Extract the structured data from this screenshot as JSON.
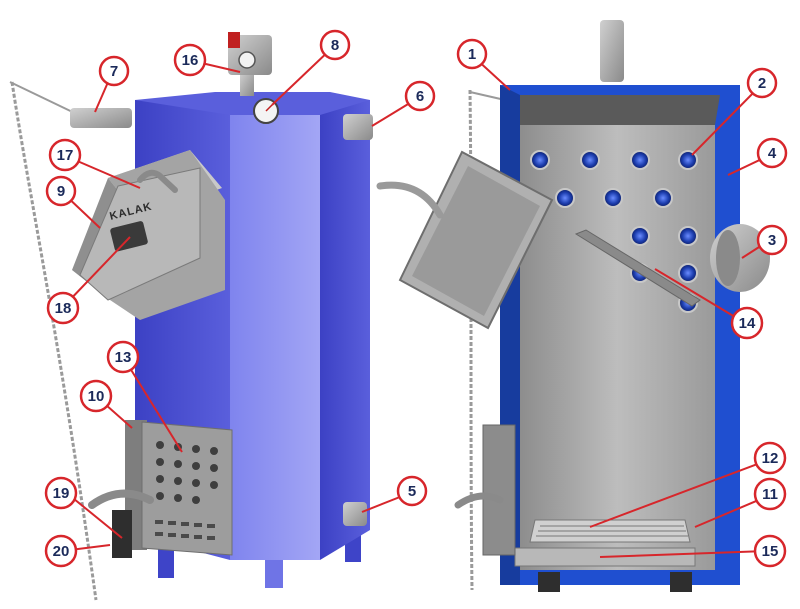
{
  "colors": {
    "boiler_blue": "#4f55d8",
    "boiler_blue_light": "#8f93f0",
    "water_jacket": "#1f4fd0",
    "steel": "#a9a9a9",
    "callout_ring": "#d7262b",
    "callout_text": "#1b2a5a"
  },
  "logo": {
    "text": "KALAK"
  },
  "callouts": {
    "c1": "1",
    "c2": "2",
    "c3": "3",
    "c4": "4",
    "c5": "5",
    "c6": "6",
    "c7": "7",
    "c8": "8",
    "c9": "9",
    "c10": "10",
    "c11": "11",
    "c12": "12",
    "c13": "13",
    "c14": "14",
    "c15": "15",
    "c16": "16",
    "c17": "17",
    "c18": "18",
    "c19": "19",
    "c20": "20"
  }
}
